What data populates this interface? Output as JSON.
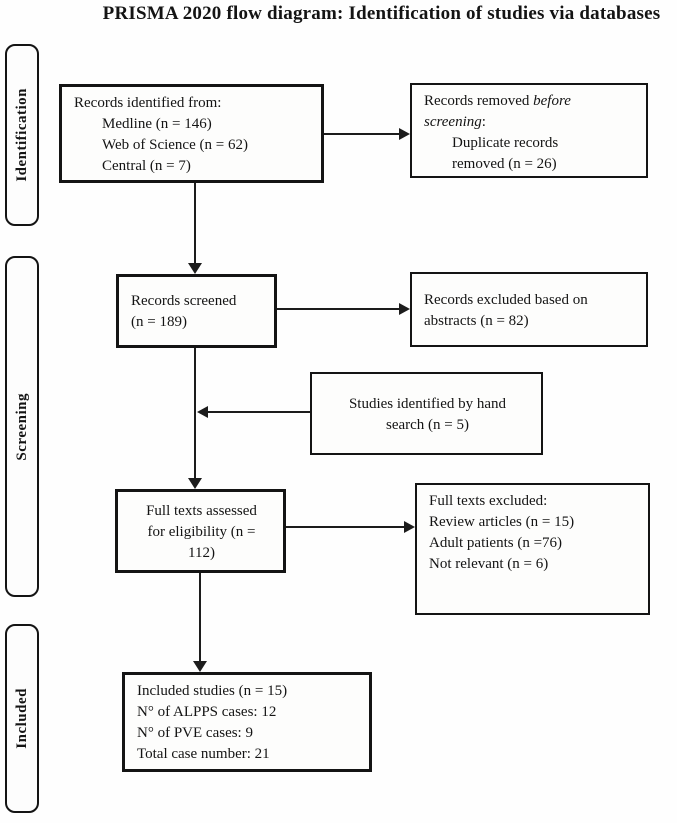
{
  "title": "PRISMA 2020 flow diagram: Identification of studies via databases",
  "sidebar": {
    "identification_label": "Identification",
    "screening_label": "Screening",
    "included_label": "Included"
  },
  "boxes": {
    "records_identified": {
      "heading": "Records identified from:",
      "items": [
        "Medline (n = 146)",
        "Web of Science (n = 62)",
        "Central (n = 7)"
      ]
    },
    "records_removed": {
      "text_before_italic": "Records removed ",
      "text_italic": "before screening",
      "text_after_italic": ":",
      "items": [
        "Duplicate records",
        "removed (n = 26)"
      ]
    },
    "records_screened": {
      "lines": [
        "Records screened",
        "(n = 189)"
      ]
    },
    "records_excluded": {
      "lines": [
        "Records excluded based on",
        "abstracts (n = 82)"
      ]
    },
    "hand_search": {
      "lines": [
        "Studies identified by hand",
        "search (n = 5)"
      ]
    },
    "full_texts_assessed": {
      "lines": [
        "Full texts assessed",
        "for eligibility (n =",
        "112)"
      ]
    },
    "full_texts_excluded": {
      "lines": [
        "Full texts excluded:",
        "Review articles (n = 15)",
        "Adult patients (n =76)",
        "Not relevant (n = 6)"
      ]
    },
    "included_studies": {
      "lines": [
        "Included studies (n = 15)",
        "N° of ALPPS cases: 12",
        "N° of PVE cases: 9",
        "Total case number: 21"
      ]
    }
  },
  "colors": {
    "line_color": "#1c1c1c",
    "text_color": "#141414",
    "background": "#ffffff"
  }
}
